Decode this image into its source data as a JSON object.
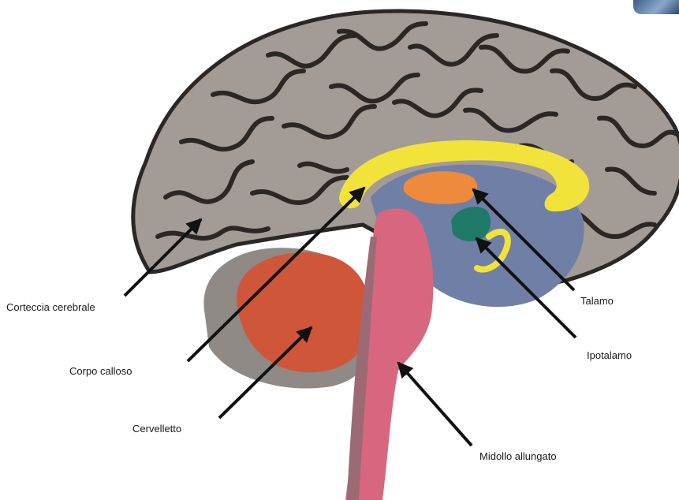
{
  "labels": {
    "cortex": "Corteccia cerebrale",
    "corpus_callosum": "Corpo calloso",
    "cerebellum": "Cervelletto",
    "medulla": "Midollo allungato",
    "thalamus": "Talamo",
    "hypothalamus": "Ipotalamo"
  },
  "colors": {
    "cortex": "#a39b95",
    "sulci": "#2b2725",
    "corpus_callosum": "#f2e33b",
    "thalamus": "#ef8a3c",
    "hypothalamus": "#1f7a68",
    "cerebellum": "#d0563a",
    "brainstem": "#d9667f",
    "midbrain": "#6f7fa6",
    "arrows": "#111111"
  }
}
